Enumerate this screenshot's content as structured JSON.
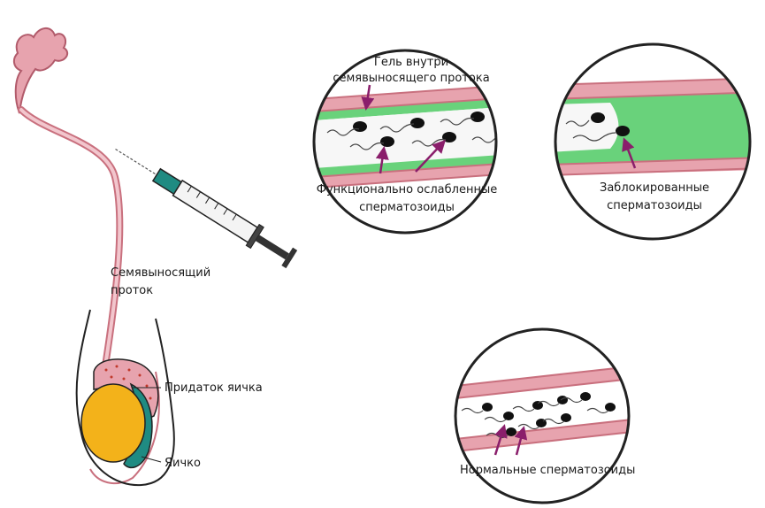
{
  "labels": {
    "vas_deferens": [
      "Семявыносящий",
      "проток"
    ],
    "epididymis": "Придаток яичка",
    "testis": "Яичко",
    "gel_inside": [
      "Гель внутри",
      "семявыносящего протока"
    ],
    "weakened_sperm": [
      "Функционально ослабленные",
      "сперматозоиды"
    ],
    "blocked_sperm": [
      "Заблокированные",
      "сперматозоиды"
    ],
    "normal_sperm": "Нормальные сперматозоиды"
  },
  "colors": {
    "duct_wall": "#c9707e",
    "tissue_pink": "#e7a3ae",
    "gel_green": "#69d27b",
    "arrow": "#8a1e6b",
    "testis_yellow": "#f3b21a",
    "epididymis_teal": "#1f8b82",
    "sperm": "#111111"
  }
}
